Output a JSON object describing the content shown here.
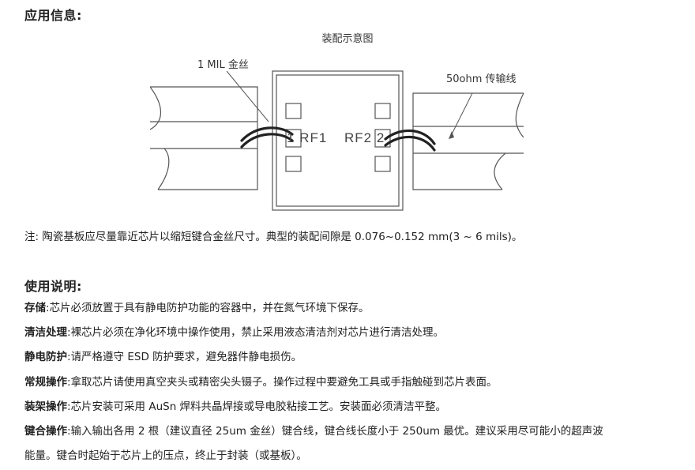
{
  "section1": {
    "title": "应用信息:",
    "figure": {
      "caption": "装配示意图",
      "label_wire": "1 MIL 金丝",
      "label_line": "50ohm 传输线",
      "label_rf1": "1 RF1",
      "label_rf2": "RF2 2"
    },
    "note": "注: 陶瓷基板应尽量靠近芯片以缩短键合金丝尺寸。典型的装配间隙是 0.076~0.152 mm(3 ~ 6 mils)。"
  },
  "section2": {
    "title": "使用说明:",
    "items": [
      {
        "term": "存储",
        "sep": ":",
        "text": "芯片必须放置于具有静电防护功能的容器中，并在氮气环境下保存。"
      },
      {
        "term": "清洁处理",
        "sep": ":",
        "text": "裸芯片必须在净化环境中操作使用，禁止采用液态清洁剂对芯片进行清洁处理。"
      },
      {
        "term": "静电防护",
        "sep": ":",
        "text": "请严格遵守 ESD 防护要求，避免器件静电损伤。"
      },
      {
        "term": "常规操作",
        "sep": ":",
        "text": "拿取芯片请使用真空夹头或精密尖头镊子。操作过程中要避免工具或手指触碰到芯片表面。"
      },
      {
        "term": "装架操作",
        "sep": ":",
        "text": "芯片安装可采用 AuSn 焊料共晶焊接或导电胶粘接工艺。安装面必须清洁平整。"
      },
      {
        "term": "键合操作",
        "sep": ":",
        "text": "输入输出各用 2 根（建议直径 25um 金丝）键合线，键合线长度小于 250um 最优。建议采用尽可能小的超声波"
      }
    ],
    "continuation": "能量。键合时起始于芯片上的压点，终止于封装（或基板）。"
  }
}
